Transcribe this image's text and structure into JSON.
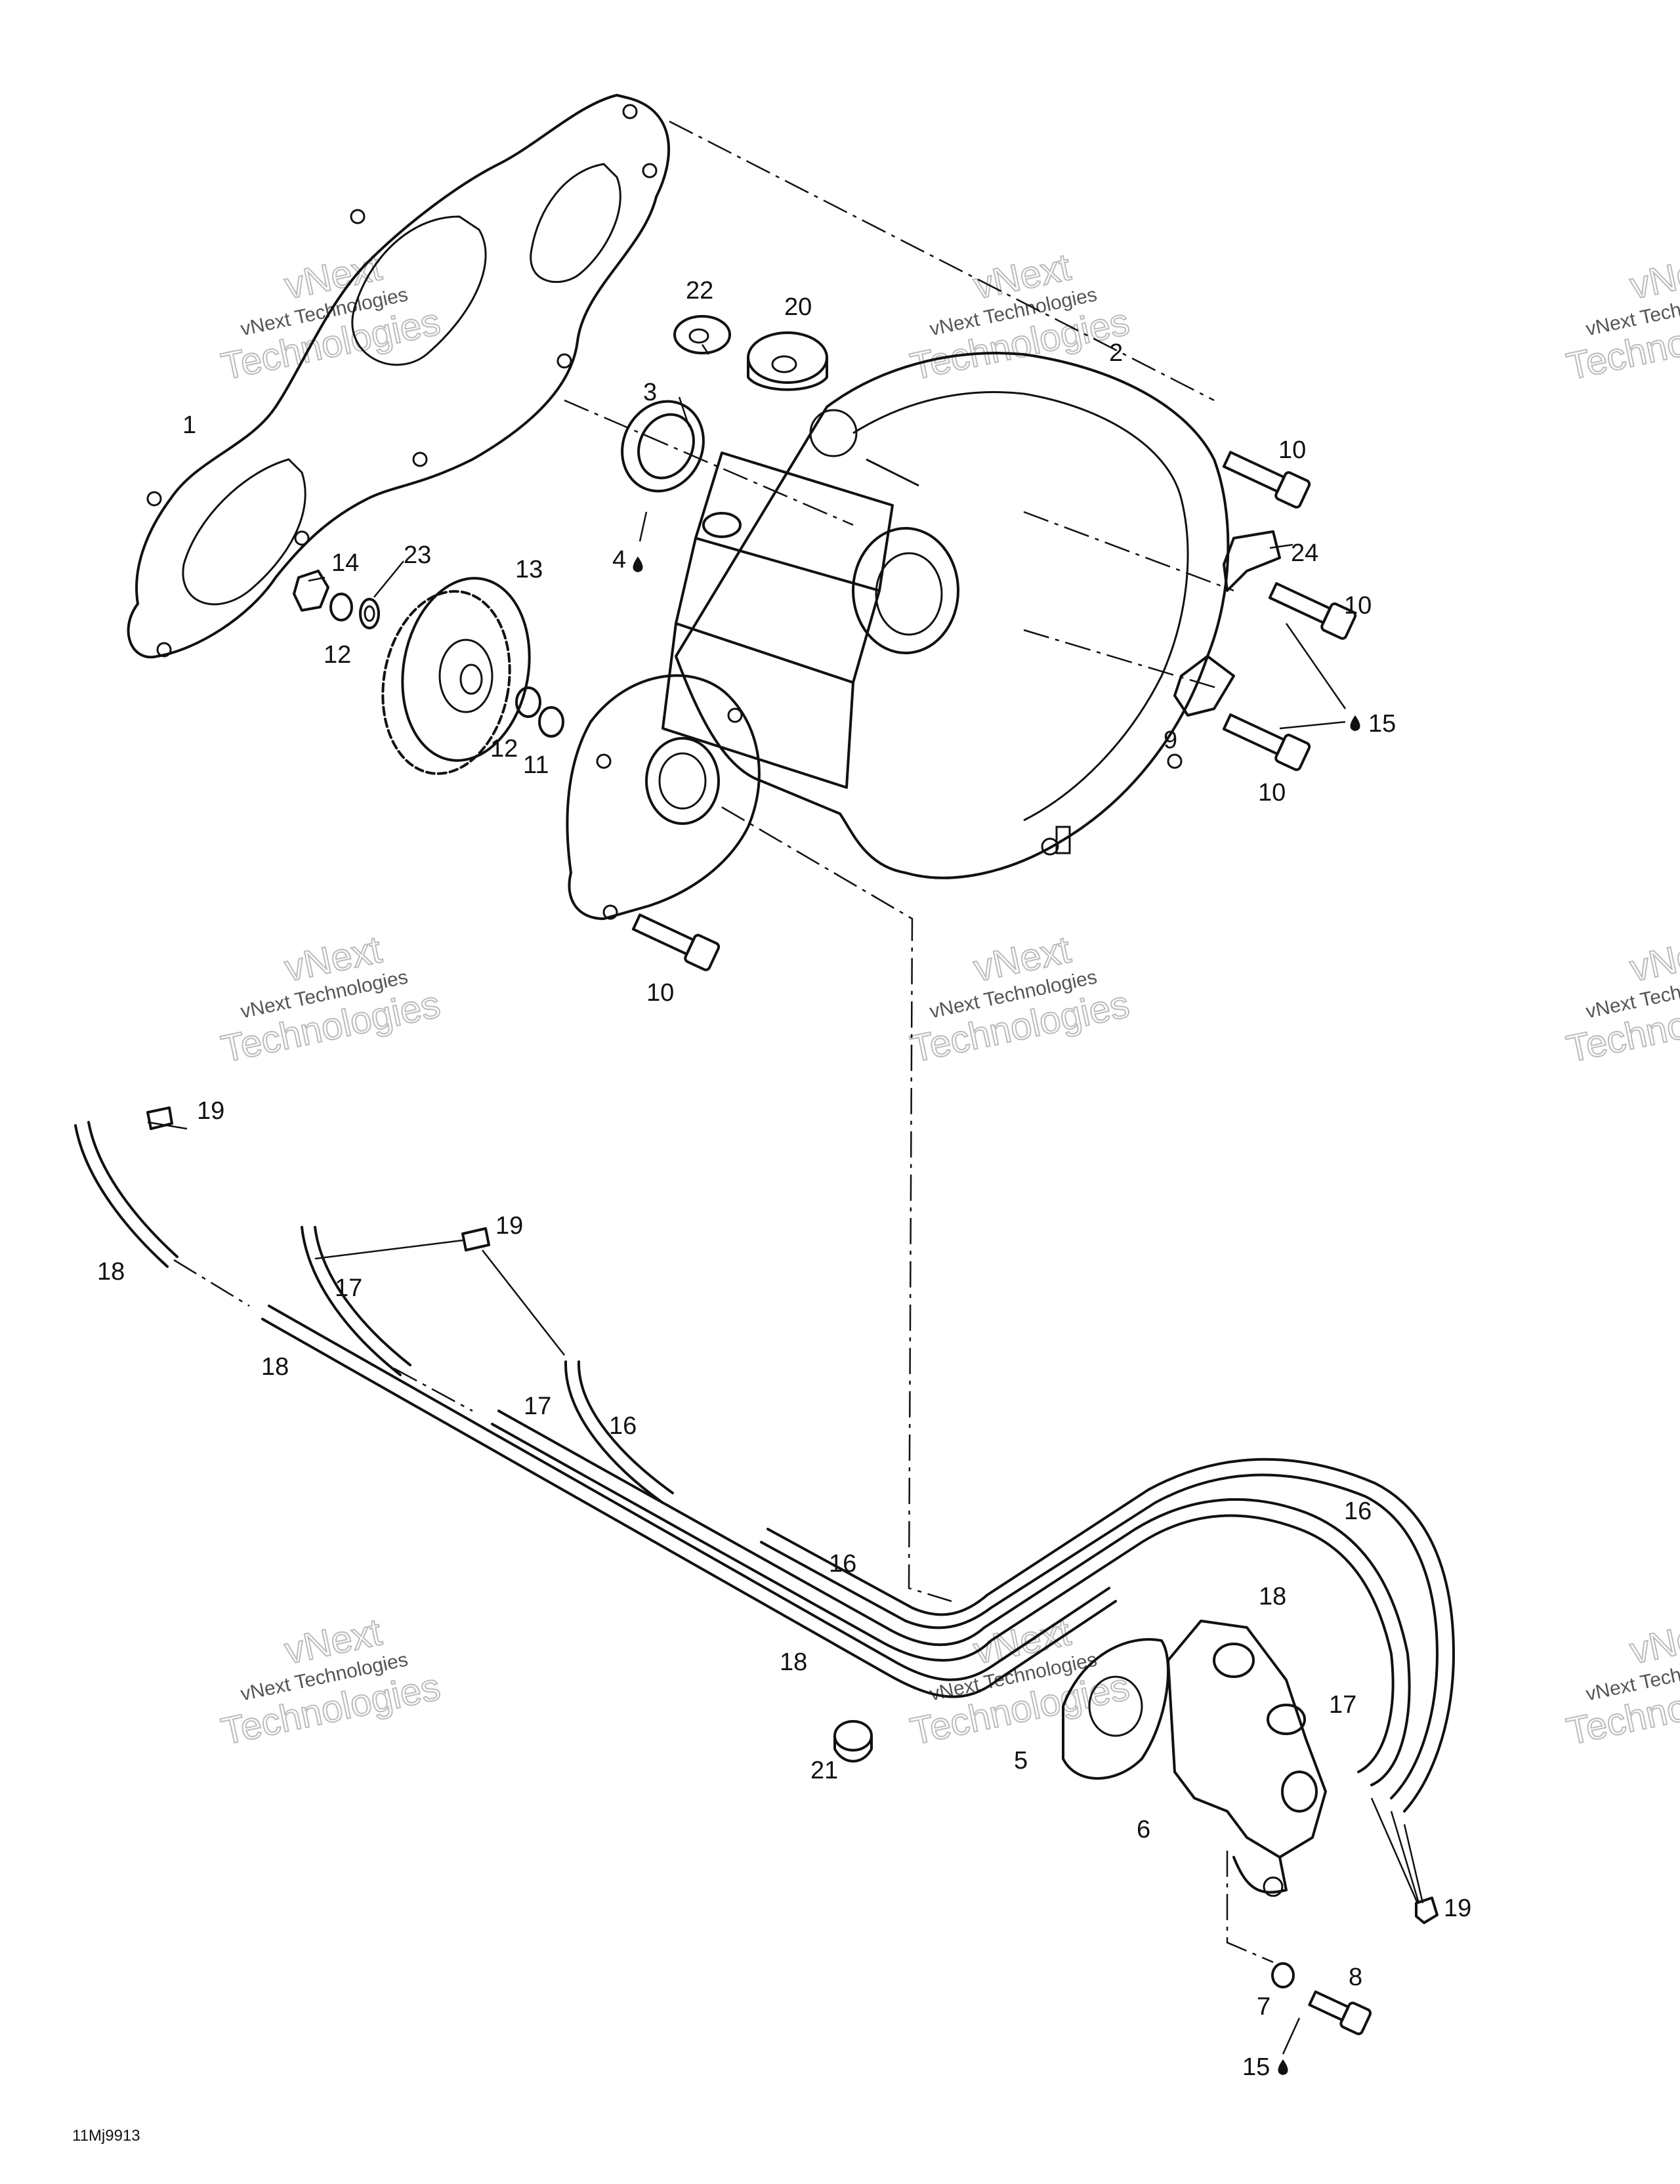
{
  "diagram": {
    "reference_code": "11Mj9913",
    "watermark": {
      "line1": "vNext",
      "line2": "vNext Technologies",
      "line3": "Technologies"
    },
    "callouts": [
      {
        "id": "c1",
        "label": "1"
      },
      {
        "id": "c2",
        "label": "2"
      },
      {
        "id": "c3",
        "label": "3"
      },
      {
        "id": "c4",
        "label": "4"
      },
      {
        "id": "c5",
        "label": "5"
      },
      {
        "id": "c6",
        "label": "6"
      },
      {
        "id": "c7",
        "label": "7"
      },
      {
        "id": "c8",
        "label": "8"
      },
      {
        "id": "c9",
        "label": "9"
      },
      {
        "id": "c10a",
        "label": "10"
      },
      {
        "id": "c10b",
        "label": "10"
      },
      {
        "id": "c10c",
        "label": "10"
      },
      {
        "id": "c10d",
        "label": "10"
      },
      {
        "id": "c11",
        "label": "11"
      },
      {
        "id": "c12a",
        "label": "12"
      },
      {
        "id": "c12b",
        "label": "12"
      },
      {
        "id": "c13",
        "label": "13"
      },
      {
        "id": "c14",
        "label": "14"
      },
      {
        "id": "c15a",
        "label": "15"
      },
      {
        "id": "c15b",
        "label": "15"
      },
      {
        "id": "c16a",
        "label": "16"
      },
      {
        "id": "c16b",
        "label": "16"
      },
      {
        "id": "c16c",
        "label": "16"
      },
      {
        "id": "c17a",
        "label": "17"
      },
      {
        "id": "c17b",
        "label": "17"
      },
      {
        "id": "c17c",
        "label": "17"
      },
      {
        "id": "c18a",
        "label": "18"
      },
      {
        "id": "c18b",
        "label": "18"
      },
      {
        "id": "c18c",
        "label": "18"
      },
      {
        "id": "c18d",
        "label": "18"
      },
      {
        "id": "c19a",
        "label": "19"
      },
      {
        "id": "c19b",
        "label": "19"
      },
      {
        "id": "c19c",
        "label": "19"
      },
      {
        "id": "c20",
        "label": "20"
      },
      {
        "id": "c21",
        "label": "21"
      },
      {
        "id": "c22",
        "label": "22"
      },
      {
        "id": "c23",
        "label": "23"
      },
      {
        "id": "c24",
        "label": "24"
      }
    ]
  }
}
